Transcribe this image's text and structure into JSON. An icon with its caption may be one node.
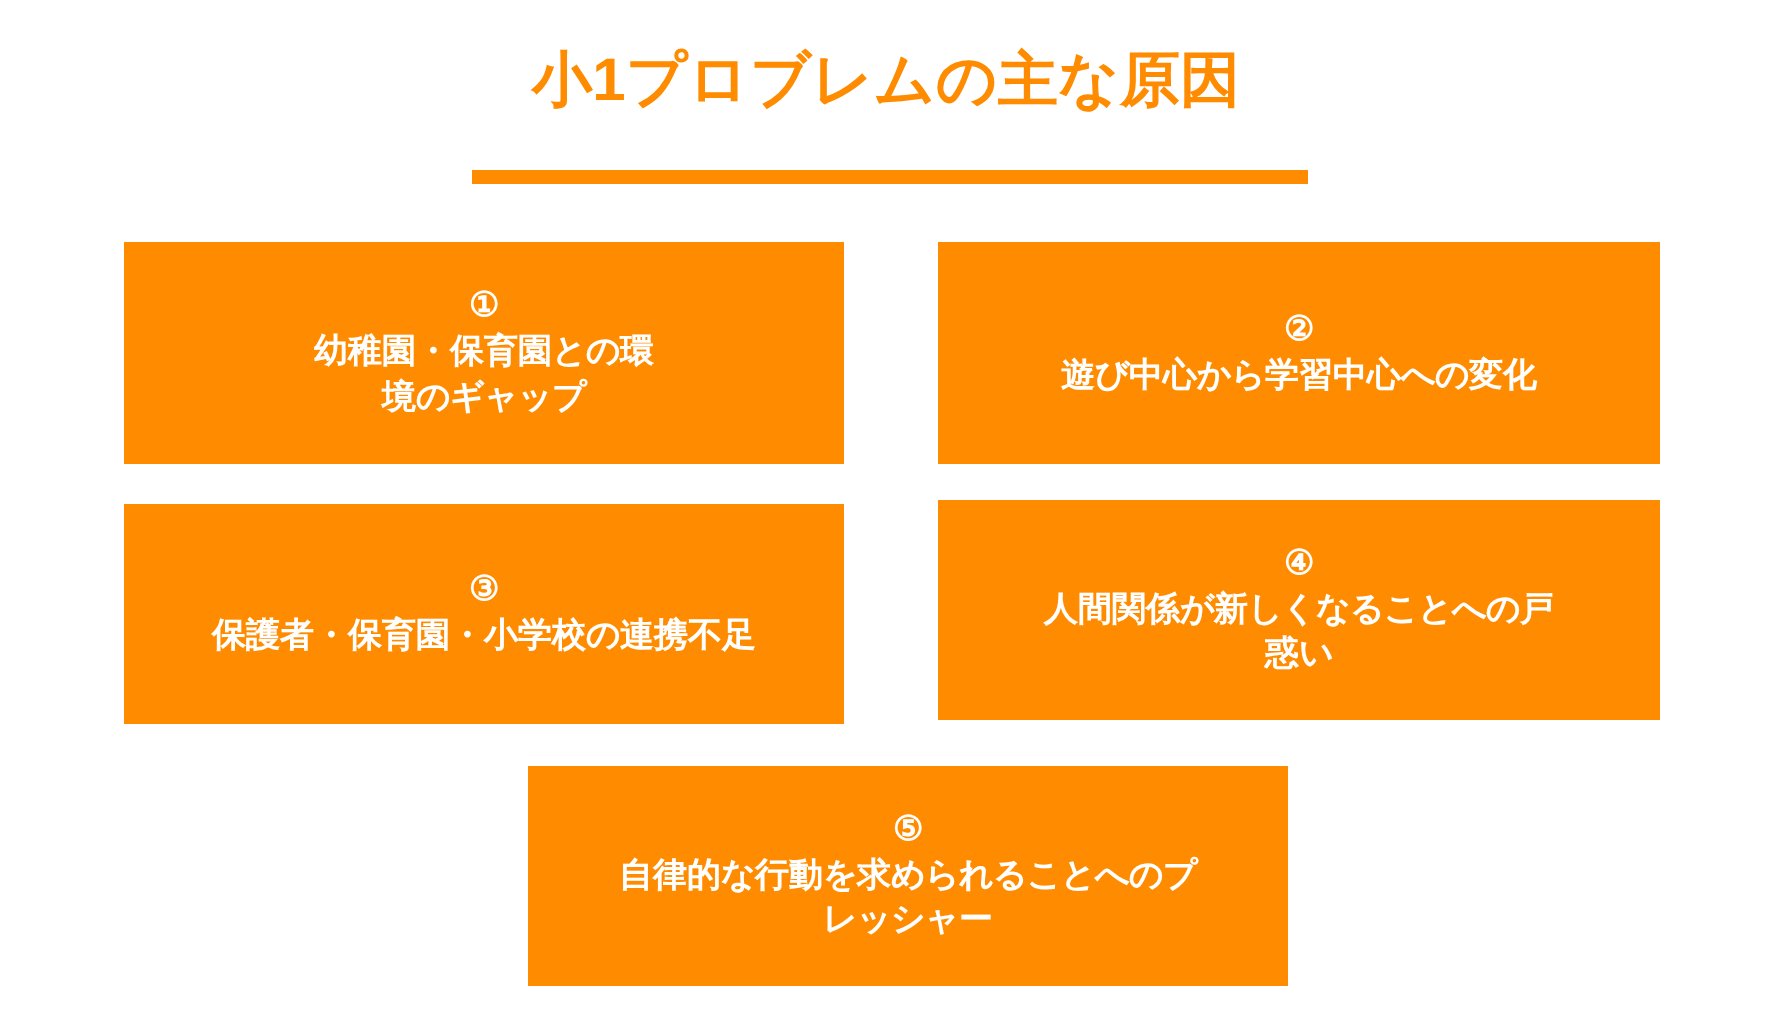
{
  "diagram": {
    "title": "小1プロブレムの主な原因",
    "nodes": [
      {
        "text": [
          "①",
          "幼稚園・保育園との環境のギャップ"
        ]
      },
      {
        "text": [
          "②",
          "遊び中心から学習中心への変化"
        ]
      },
      {
        "text": [
          "③",
          "保護者・保育園・小学校の連携不足"
        ]
      },
      {
        "text": [
          "④",
          "人間関係が新しくなることへの戸惑い"
        ]
      },
      {
        "text": [
          "⑤",
          "自律的な行動を求められることへのプレッシャー"
        ]
      }
    ]
  }
}
